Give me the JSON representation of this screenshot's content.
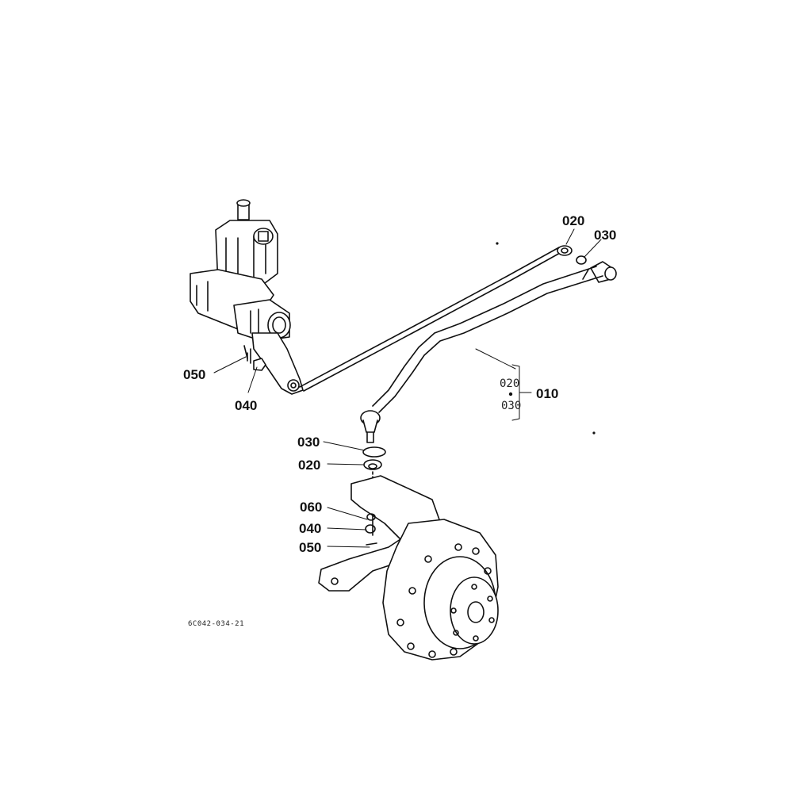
{
  "callouts": {
    "top_020": "020",
    "top_030": "030",
    "tie_rod_010": "010",
    "bracket_020": "020",
    "bracket_030": "030",
    "arm_050": "050",
    "arm_040": "040",
    "lower_030": "030",
    "lower_020": "020",
    "lower_060": "060",
    "lower_040": "040",
    "lower_050": "050"
  },
  "drawing_code": "6C042-034-21"
}
